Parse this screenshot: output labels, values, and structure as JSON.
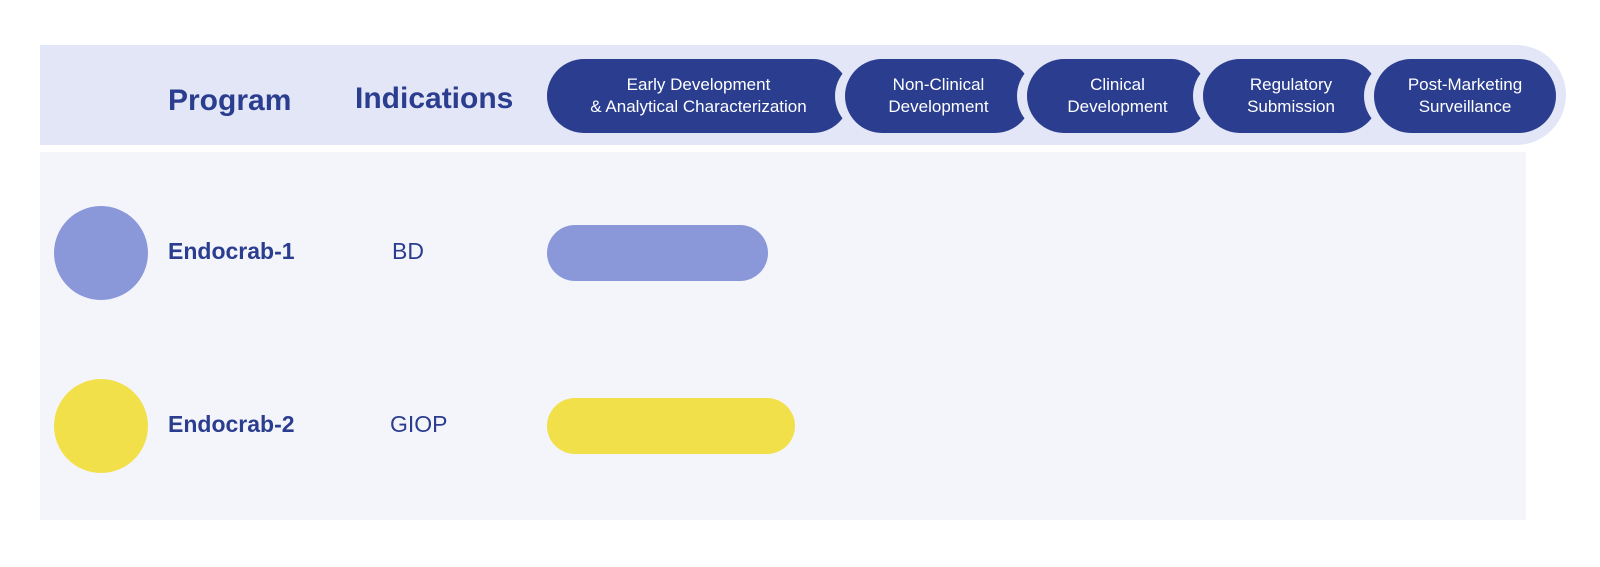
{
  "header": {
    "program_label": "Program",
    "indications_label": "Indications"
  },
  "stages": [
    {
      "label": "Early Development\n& Analytical Characterization"
    },
    {
      "label": "Non-Clinical\nDevelopment"
    },
    {
      "label": "Clinical\nDevelopment"
    },
    {
      "label": "Regulatory\nSubmission"
    },
    {
      "label": "Post-Marketing\nSurveillance"
    }
  ],
  "colors": {
    "stage_fill": "#2a3d8f",
    "header_band": "#e3e6f6",
    "table_body": "#f4f5fb"
  },
  "programs": [
    {
      "name": "Endocrab-1",
      "indication": "BD",
      "color": "#8a98d9",
      "progress_stage_fraction": 0.73
    },
    {
      "name": "Endocrab-2",
      "indication": "GIOP",
      "color": "#f2e04b",
      "progress_stage_fraction": 0.82
    }
  ]
}
